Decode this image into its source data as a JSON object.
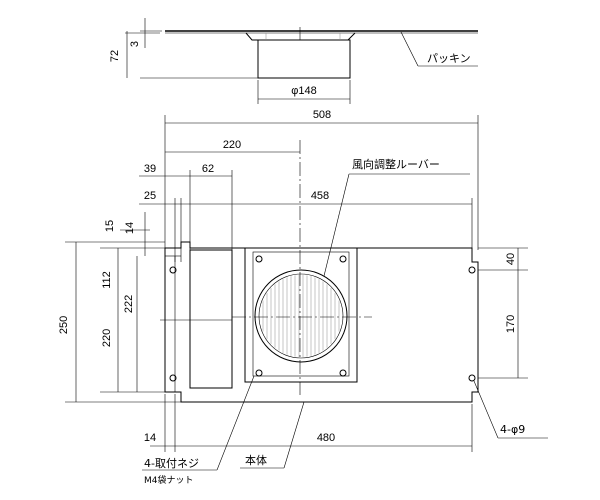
{
  "labels": {
    "packing": "パッキン",
    "louver": "風向調整ルーバー",
    "mount_screw": "4-取付ネジ",
    "mount_nut": "M4袋ナット",
    "body": "本体",
    "holes": "4-φ9"
  },
  "dims": {
    "d72": "72",
    "d3": "3",
    "phi148": "φ148",
    "d508": "508",
    "d220_top": "220",
    "d39": "39",
    "d62": "62",
    "d458": "458",
    "d25": "25",
    "d15": "15",
    "d14_top": "14",
    "d250": "250",
    "d112": "112",
    "d222": "222",
    "d220_left": "220",
    "d40": "40",
    "d170": "170",
    "d14_bottom": "14",
    "d480": "480"
  }
}
